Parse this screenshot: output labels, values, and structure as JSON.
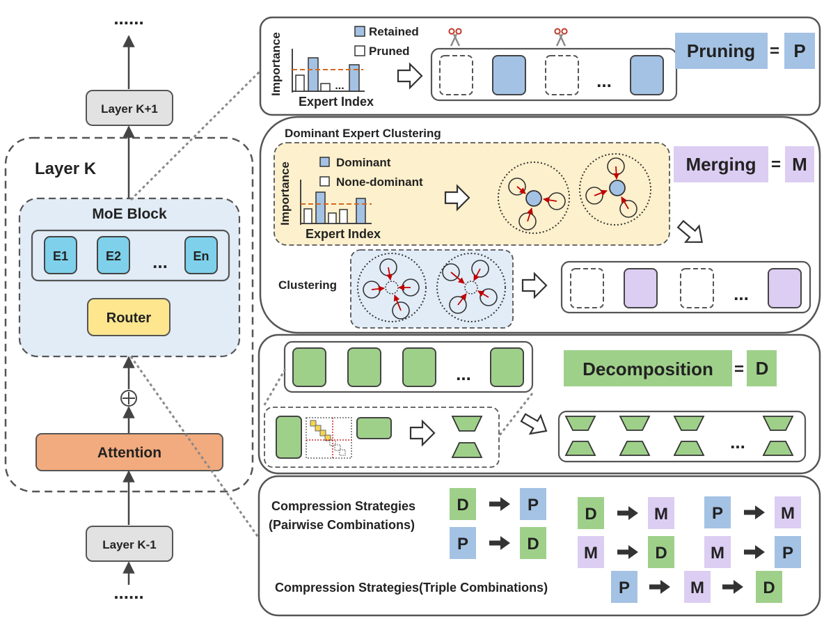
{
  "colors": {
    "blue": "#a4c2e4",
    "purple": "#dccdf2",
    "green": "#9fd08a",
    "orange": "#f2ab7e",
    "yellow": "#fde68e",
    "cyan": "#7fd0ea",
    "gray": "#e2e2e2",
    "panel_blue": "#e1ecf7",
    "panel_yellow": "#fdf0cc",
    "threshold": "#d4691e",
    "arrow_red": "#c00000"
  },
  "left": {
    "ellipsis_top": "......",
    "layer_k_plus_1": "Layer K+1",
    "layer_k": "Layer K",
    "moe_block": "MoE Block",
    "experts": [
      "E1",
      "E2",
      "En"
    ],
    "experts_dots": "...",
    "router": "Router",
    "add_symbol": "⊕",
    "attention": "Attention",
    "layer_k_minus_1": "Layer K-1",
    "ellipsis_bottom": "......"
  },
  "pruning": {
    "y_label": "Importance",
    "x_label": "Expert Index",
    "dots": "...",
    "legend_retained": "Retained",
    "legend_pruned": "Pruned",
    "title": "Pruning",
    "equals": "=",
    "abbr": "P",
    "icon": "scissors-icon"
  },
  "merging": {
    "section_title": "Dominant Expert Clustering",
    "y_label": "Importance",
    "x_label": "Expert Index",
    "legend_dominant": "Dominant",
    "legend_nondominant": "None-dominant",
    "title": "Merging",
    "equals": "=",
    "abbr": "M",
    "clustering_label": "Clustering",
    "dots": "..."
  },
  "decomposition": {
    "title": "Decomposition",
    "equals": "=",
    "abbr": "D",
    "dots": "..."
  },
  "strategies": {
    "pairwise_line1": "Compression Strategies",
    "pairwise_line2": "(Pairwise Combinations)",
    "triple": "Compression Strategies(Triple Combinations)",
    "pairs": [
      [
        "D",
        "P"
      ],
      [
        "D",
        "M"
      ],
      [
        "P",
        "M"
      ],
      [
        "P",
        "D"
      ],
      [
        "M",
        "D"
      ],
      [
        "M",
        "P"
      ]
    ],
    "triple_seq": [
      "P",
      "M",
      "D"
    ]
  }
}
